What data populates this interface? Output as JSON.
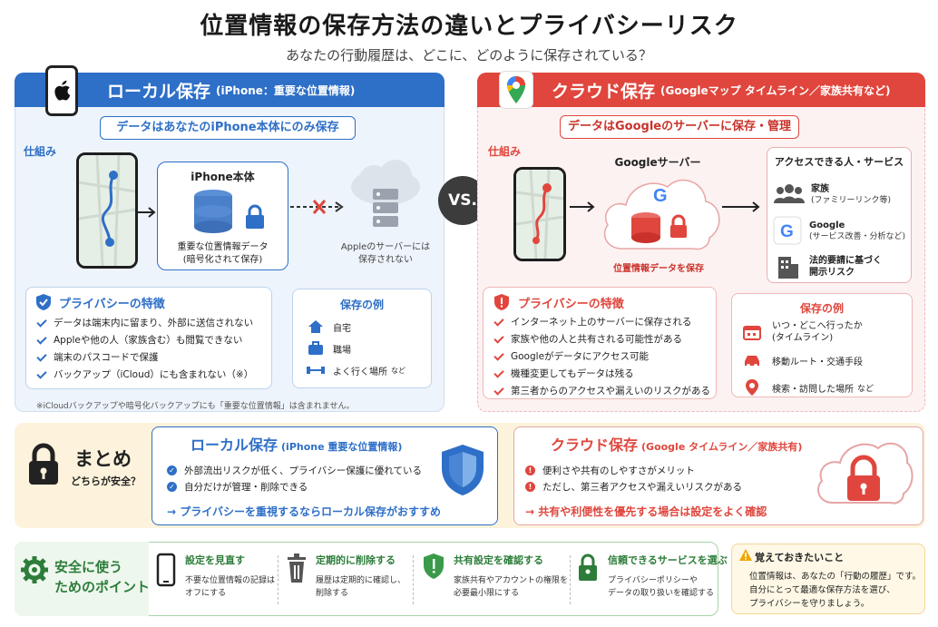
{
  "title": "位置情報の保存方法の違いとプライバシーリスク",
  "subtitle": "あなたの行動履歴は、どこに、どのように保存されている？",
  "vs": "VS.",
  "local": {
    "header": "ローカル保存",
    "header_sub": "(iPhone：重要な位置情報)",
    "pill": "データはあなたのiPhone本体にのみ保存",
    "mechanism": "仕組み",
    "device_box_title": "iPhone本体",
    "device_box_desc_1": "重要な位置情報データ",
    "device_box_desc_2": "(暗号化されて保存)",
    "server_text_1": "Appleのサーバーには",
    "server_text_2": "保存されない",
    "privacy_title": "プライバシーの特徴",
    "privacy_items": [
      "データは端末内に留まり、外部に送信されない",
      "Appleや他の人（家族含む）も閲覧できない",
      "端末のパスコードで保護",
      "バックアップ（iCloud）にも含まれない（※）"
    ],
    "examples_title": "保存の例",
    "examples": [
      "自宅",
      "職場",
      "よく行く場所"
    ],
    "examples_suffix": "など",
    "note": "※iCloudバックアップや暗号化バックアップにも「重要な位置情報」は含まれません。"
  },
  "cloud": {
    "header": "クラウド保存",
    "header_sub": "(Googleマップ タイムライン／家族共有など)",
    "pill": "データはGoogleのサーバーに保存・管理",
    "mechanism": "仕組み",
    "server_label": "Googleサーバー",
    "save_text": "位置情報データを保存",
    "access_title": "アクセスできる人・サービス",
    "access": [
      {
        "name": "家族",
        "sub": "(ファミリーリンク等)"
      },
      {
        "name": "Google",
        "sub": "(サービス改善・分析など)"
      },
      {
        "name": "法的要請に基づく",
        "sub": "開示リスク"
      }
    ],
    "privacy_title": "プライバシーの特徴",
    "privacy_items": [
      "インターネット上のサーバーに保存される",
      "家族や他の人と共有される可能性がある",
      "Googleがデータにアクセス可能",
      "機種変更してもデータは残る",
      "第三者からのアクセスや漏えいのリスクがある"
    ],
    "examples_title": "保存の例",
    "examples": [
      {
        "line1": "いつ・どこへ行ったか",
        "line2": "(タイムライン)"
      },
      {
        "line1": "移動ルート・交通手段",
        "line2": ""
      },
      {
        "line1": "検索・訪問した場所",
        "line2": "",
        "suffix": "など"
      }
    ]
  },
  "summary": {
    "title": "まとめ",
    "sub": "どちらが安全？",
    "local_head": "ローカル保存",
    "local_head_sub": "(iPhone 重要な位置情報)",
    "local_items": [
      "外部流出リスクが低く、プライバシー保護に優れている",
      "自分だけが管理・削除できる"
    ],
    "local_reco": "→ プライバシーを重視するならローカル保存がおすすめ",
    "cloud_head": "クラウド保存",
    "cloud_head_sub": "(Google タイムライン／家族共有)",
    "cloud_items": [
      "便利さや共有のしやすさがメリット",
      "ただし、第三者アクセスや漏えいリスクがある"
    ],
    "cloud_reco": "→ 共有や利便性を優先する場合は設定をよく確認"
  },
  "tips": {
    "title_1": "安全に使う",
    "title_2": "ためのポイント",
    "items": [
      {
        "title": "設定を見直す",
        "desc_1": "不要な位置情報の記録は",
        "desc_2": "オフにする"
      },
      {
        "title": "定期的に削除する",
        "desc_1": "履歴は定期的に確認し、",
        "desc_2": "削除する"
      },
      {
        "title": "共有設定を確認する",
        "desc_1": "家族共有やアカウントの権限を",
        "desc_2": "必要最小限にする"
      },
      {
        "title": "信頼できるサービスを選ぶ",
        "desc_1": "プライバシーポリシーや",
        "desc_2": "データの取り扱いを確認する"
      }
    ]
  },
  "remember": {
    "title": "覚えておきたいこと",
    "line1": "位置情報は、あなたの「行動の履歴」です。",
    "line2": "自分にとって最適な保存方法を選び、",
    "line3": "プライバシーを守りましょう。"
  },
  "colors": {
    "blue": "#2e6fc7",
    "red": "#e0463d",
    "green": "#2d7d3a",
    "amber": "#f0a500"
  }
}
